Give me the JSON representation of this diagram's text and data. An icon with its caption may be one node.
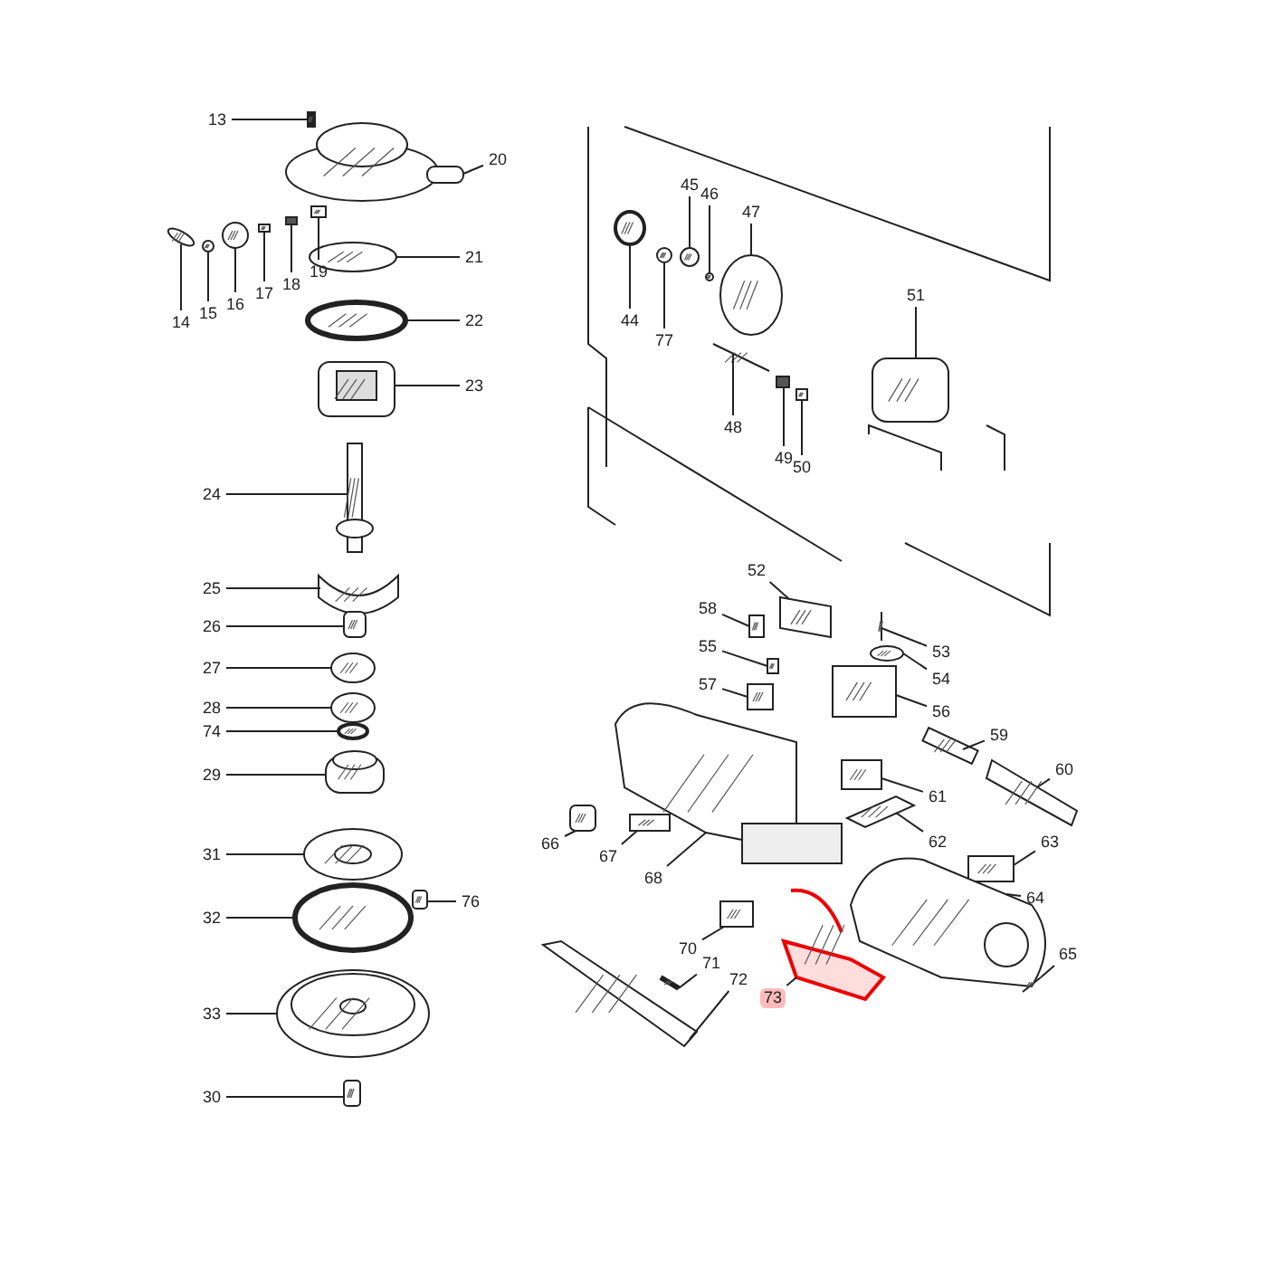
{
  "diagram": {
    "nodes": [
      {
        "text": [
          "13"
        ]
      },
      {
        "text": [
          "20"
        ]
      },
      {
        "text": [
          "21"
        ]
      },
      {
        "text": [
          "22"
        ]
      },
      {
        "text": [
          "23"
        ]
      },
      {
        "text": [
          "14"
        ]
      },
      {
        "text": [
          "15"
        ]
      },
      {
        "text": [
          "16"
        ]
      },
      {
        "text": [
          "17"
        ]
      },
      {
        "text": [
          "18"
        ]
      },
      {
        "text": [
          "19"
        ]
      },
      {
        "text": [
          "24"
        ]
      },
      {
        "text": [
          "25"
        ]
      },
      {
        "text": [
          "26"
        ]
      },
      {
        "text": [
          "27"
        ]
      },
      {
        "text": [
          "28"
        ]
      },
      {
        "text": [
          "74"
        ]
      },
      {
        "text": [
          "29"
        ]
      },
      {
        "text": [
          "31"
        ]
      },
      {
        "text": [
          "76"
        ]
      },
      {
        "text": [
          "32"
        ]
      },
      {
        "text": [
          "33"
        ]
      },
      {
        "text": [
          "30"
        ]
      },
      {
        "text": [
          "45"
        ]
      },
      {
        "text": [
          "46"
        ]
      },
      {
        "text": [
          "47"
        ]
      },
      {
        "text": [
          "51"
        ]
      },
      {
        "text": [
          "44"
        ]
      },
      {
        "text": [
          "77"
        ]
      },
      {
        "text": [
          "48"
        ]
      },
      {
        "text": [
          "49"
        ]
      },
      {
        "text": [
          "50"
        ]
      },
      {
        "text": [
          "52"
        ]
      },
      {
        "text": [
          "58"
        ]
      },
      {
        "text": [
          "55"
        ]
      },
      {
        "text": [
          "57"
        ]
      },
      {
        "text": [
          "53"
        ]
      },
      {
        "text": [
          "54"
        ]
      },
      {
        "text": [
          "56"
        ]
      },
      {
        "text": [
          "59"
        ]
      },
      {
        "text": [
          "60"
        ]
      },
      {
        "text": [
          "61"
        ]
      },
      {
        "text": [
          "62"
        ]
      },
      {
        "text": [
          "66"
        ]
      },
      {
        "text": [
          "67"
        ]
      },
      {
        "text": [
          "68"
        ]
      },
      {
        "text": [
          "63"
        ]
      },
      {
        "text": [
          "64"
        ]
      },
      {
        "text": [
          "65"
        ]
      },
      {
        "text": [
          "70"
        ]
      },
      {
        "text": [
          "71"
        ]
      },
      {
        "text": [
          "72"
        ]
      },
      {
        "text": [
          "73"
        ]
      },
      {
        "text": [],
        "shape": "picture"
      },
      {
        "text": [],
        "shape": "picture"
      },
      {
        "text": [],
        "shape": "picture"
      },
      {
        "text": [],
        "shape": "picture"
      },
      {
        "text": [],
        "shape": "picture"
      },
      {
        "text": [],
        "shape": "picture"
      },
      {
        "text": [],
        "shape": "picture"
      },
      {
        "text": [],
        "shape": "picture"
      },
      {
        "text": [],
        "shape": "picture"
      },
      {
        "text": [],
        "shape": "picture"
      },
      {
        "text": [],
        "shape": "picture"
      },
      {
        "text": [],
        "shape": "picture"
      },
      {
        "text": [],
        "shape": "picture"
      },
      {
        "text": [],
        "shape": "picture"
      },
      {
        "text": [],
        "shape": "picture"
      },
      {
        "text": [],
        "shape": "picture"
      },
      {
        "text": [],
        "shape": "picture"
      },
      {
        "text": [],
        "shape": "picture"
      },
      {
        "text": [],
        "shape": "picture"
      },
      {
        "text": [],
        "shape": "picture"
      },
      {
        "text": [],
        "shape": "picture"
      },
      {
        "text": [],
        "shape": "picture"
      },
      {
        "text": [],
        "shape": "picture"
      },
      {
        "text": [],
        "shape": "picture"
      },
      {
        "text": [],
        "shape": "picture"
      },
      {
        "text": [],
        "shape": "picture"
      },
      {
        "text": [],
        "shape": "picture"
      },
      {
        "text": [],
        "shape": "picture"
      },
      {
        "text": [],
        "shape": "picture"
      },
      {
        "text": [],
        "shape": "picture"
      },
      {
        "text": [],
        "shape": "picture"
      },
      {
        "text": [],
        "shape": "picture"
      },
      {
        "text": [],
        "shape": "picture"
      },
      {
        "text": [],
        "shape": "picture"
      },
      {
        "text": [],
        "shape": "picture"
      },
      {
        "text": [],
        "shape": "picture"
      },
      {
        "text": [],
        "shape": "picture"
      },
      {
        "text": [],
        "shape": "picture"
      },
      {
        "text": [],
        "shape": "picture"
      },
      {
        "text": [],
        "shape": "picture"
      },
      {
        "text": [],
        "shape": "picture"
      },
      {
        "text": [],
        "shape": "picture"
      },
      {
        "text": [],
        "shape": "picture"
      },
      {
        "text": [],
        "shape": "picture"
      },
      {
        "text": [],
        "shape": "picture"
      },
      {
        "text": [],
        "shape": "picture"
      },
      {
        "text": [],
        "shape": "picture"
      },
      {
        "text": [],
        "shape": "picture"
      },
      {
        "text": [],
        "shape": "picture"
      },
      {
        "text": [],
        "shape": "picture"
      },
      {
        "text": [],
        "shape": "picture"
      },
      {
        "text": [],
        "shape": "picture"
      },
      {
        "text": [],
        "shape": "picture"
      }
    ],
    "edges": [
      {
        "from": 0,
        "to": 53,
        "arrow": "none"
      },
      {
        "from": 1,
        "to": 54,
        "arrow": "none"
      },
      {
        "from": 2,
        "to": 55,
        "arrow": "none"
      },
      {
        "from": 3,
        "to": 56,
        "arrow": "none"
      },
      {
        "from": 4,
        "to": 57,
        "arrow": "none"
      },
      {
        "from": 5,
        "to": 58,
        "arrow": "none"
      },
      {
        "from": 6,
        "to": 59,
        "arrow": "none"
      },
      {
        "from": 7,
        "to": 60,
        "arrow": "none"
      },
      {
        "from": 8,
        "to": 61,
        "arrow": "none"
      },
      {
        "from": 9,
        "to": 62,
        "arrow": "none"
      },
      {
        "from": 10,
        "to": 63,
        "arrow": "none"
      },
      {
        "from": 11,
        "to": 64,
        "arrow": "none"
      },
      {
        "from": 12,
        "to": 65,
        "arrow": "none"
      },
      {
        "from": 13,
        "to": 66,
        "arrow": "none"
      },
      {
        "from": 14,
        "to": 67,
        "arrow": "none"
      },
      {
        "from": 15,
        "to": 68,
        "arrow": "none"
      },
      {
        "from": 16,
        "to": 69,
        "arrow": "none"
      },
      {
        "from": 17,
        "to": 70,
        "arrow": "none"
      },
      {
        "from": 18,
        "to": 71,
        "arrow": "none"
      },
      {
        "from": 19,
        "to": 72,
        "arrow": "none"
      },
      {
        "from": 20,
        "to": 73,
        "arrow": "none"
      },
      {
        "from": 21,
        "to": 74,
        "arrow": "none"
      },
      {
        "from": 22,
        "to": 75,
        "arrow": "none"
      },
      {
        "from": 23,
        "to": 76,
        "arrow": "none"
      },
      {
        "from": 24,
        "to": 77,
        "arrow": "none"
      },
      {
        "from": 25,
        "to": 78,
        "arrow": "none"
      },
      {
        "from": 26,
        "to": 79,
        "arrow": "none"
      },
      {
        "from": 27,
        "to": 80,
        "arrow": "none"
      },
      {
        "from": 28,
        "to": 81,
        "arrow": "none"
      },
      {
        "from": 29,
        "to": 82,
        "arrow": "none"
      },
      {
        "from": 30,
        "to": 83,
        "arrow": "none"
      },
      {
        "from": 31,
        "to": 84,
        "arrow": "none"
      },
      {
        "from": 32,
        "to": 85,
        "arrow": "none"
      },
      {
        "from": 33,
        "to": 86,
        "arrow": "none"
      },
      {
        "from": 34,
        "to": 87,
        "arrow": "none"
      },
      {
        "from": 35,
        "to": 88,
        "arrow": "none"
      },
      {
        "from": 36,
        "to": 89,
        "arrow": "none"
      },
      {
        "from": 37,
        "to": 90,
        "arrow": "none"
      },
      {
        "from": 38,
        "to": 91,
        "arrow": "none"
      },
      {
        "from": 39,
        "to": 92,
        "arrow": "none"
      },
      {
        "from": 40,
        "to": 93,
        "arrow": "none"
      },
      {
        "from": 41,
        "to": 94,
        "arrow": "none"
      },
      {
        "from": 42,
        "to": 95,
        "arrow": "none"
      },
      {
        "from": 43,
        "to": 96,
        "arrow": "none"
      },
      {
        "from": 44,
        "to": 97,
        "arrow": "none"
      },
      {
        "from": 45,
        "to": 98,
        "arrow": "none"
      },
      {
        "from": 46,
        "to": 99,
        "arrow": "none"
      },
      {
        "from": 47,
        "to": 100,
        "arrow": "none"
      },
      {
        "from": 48,
        "to": 101,
        "arrow": "none"
      },
      {
        "from": 49,
        "to": 102,
        "arrow": "none"
      },
      {
        "from": 50,
        "to": 103,
        "arrow": "none"
      },
      {
        "from": 51,
        "to": 104,
        "arrow": "none"
      },
      {
        "from": 52,
        "to": 105,
        "arrow": "none"
      }
    ]
  }
}
